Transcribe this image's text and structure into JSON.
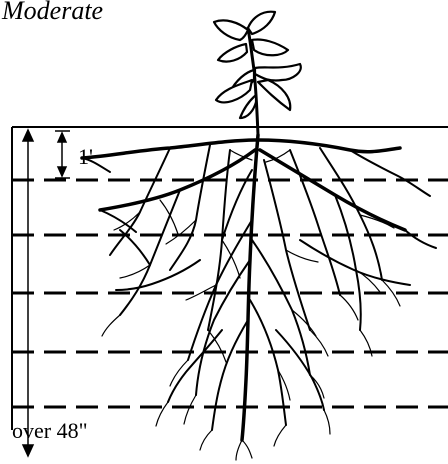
{
  "diagram": {
    "title": "Moderate",
    "scale_label": "1'",
    "depth_label": "over 48\""
  }
}
